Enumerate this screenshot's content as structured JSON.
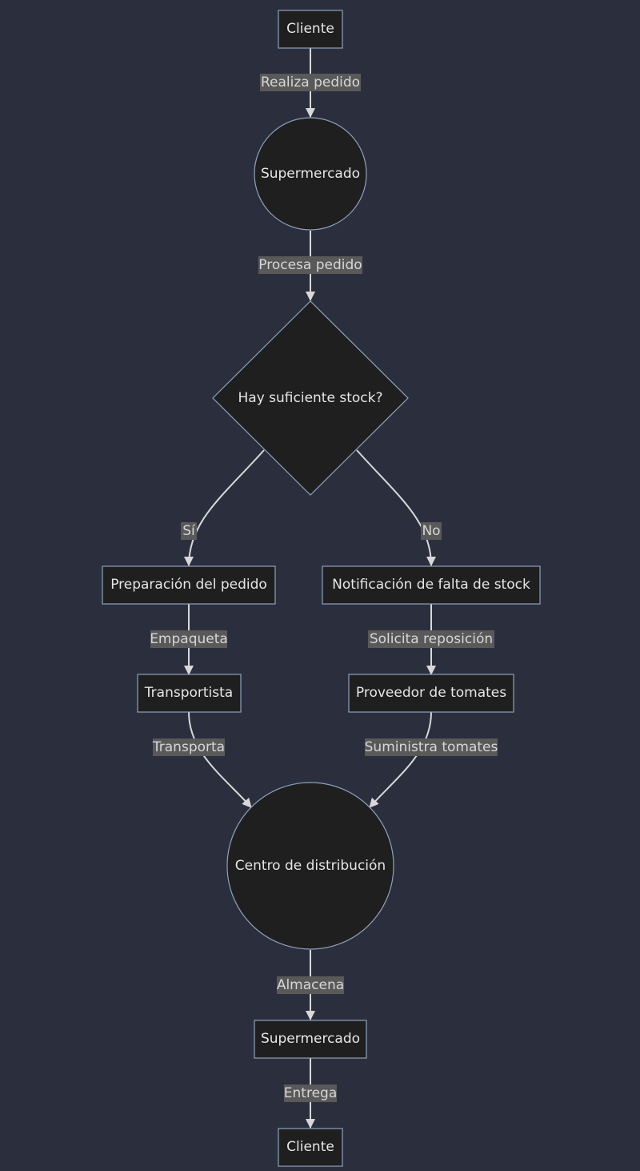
{
  "nodes": {
    "cliente_top": "Cliente",
    "supermercado_circle": "Supermercado",
    "stock_decision": "Hay suficiente stock?",
    "preparacion": "Preparación del pedido",
    "notificacion": "Notificación de falta de stock",
    "transportista": "Transportista",
    "proveedor": "Proveedor de tomates",
    "centro": "Centro de distribución",
    "supermercado_box": "Supermercado",
    "cliente_bottom": "Cliente"
  },
  "edges": {
    "realiza_pedido": "Realiza pedido",
    "procesa_pedido": "Procesa pedido",
    "si": "Sí",
    "no": "No",
    "empaqueta": "Empaqueta",
    "solicita": "Solicita reposición",
    "transporta": "Transporta",
    "suministra": "Suministra tomates",
    "almacena": "Almacena",
    "entrega": "Entrega"
  }
}
